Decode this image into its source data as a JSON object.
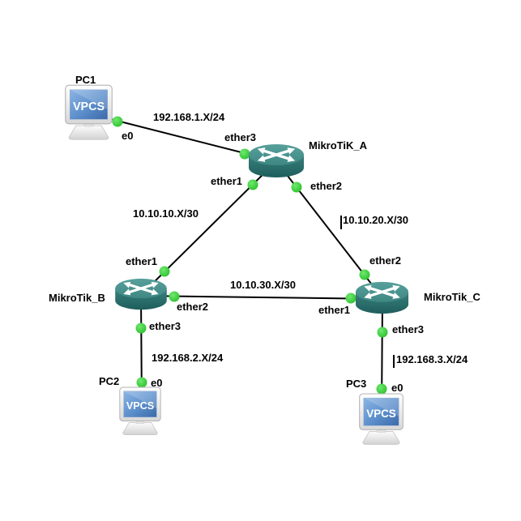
{
  "diagram": {
    "colors": {
      "background": "#ffffff",
      "link_line": "#000000",
      "status_dot_green": "#2fc92f",
      "router_top": "#4a9390",
      "router_body": "#2e6f6d",
      "pc_screen_blue": "#4f7fc0",
      "label_text": "#000000"
    },
    "nodes": [
      {
        "id": "pc1",
        "label": "PC1",
        "kind": "vpcs-pc",
        "screen_text": "VPCS"
      },
      {
        "id": "mikrotik_a",
        "label": "MikroTiK_A",
        "kind": "router"
      },
      {
        "id": "mikrotik_b",
        "label": "MikroTik_B",
        "kind": "router"
      },
      {
        "id": "mikrotik_c",
        "label": "MikroTik_C",
        "kind": "router"
      },
      {
        "id": "pc2",
        "label": "PC2",
        "kind": "vpcs-pc",
        "screen_text": "VPCS"
      },
      {
        "id": "pc3",
        "label": "PC3",
        "kind": "vpcs-pc",
        "screen_text": "VPCS"
      }
    ],
    "links": [
      {
        "a": "PC1",
        "a_port": "e0",
        "b": "MikroTiK_A",
        "b_port": "ether3",
        "subnet": "192.168.1.X/24"
      },
      {
        "a": "MikroTiK_A",
        "a_port": "ether1",
        "b": "MikroTik_B",
        "b_port": "ether1",
        "subnet": "10.10.10.X/30"
      },
      {
        "a": "MikroTiK_A",
        "a_port": "ether2",
        "b": "MikroTik_C",
        "b_port": "ether2",
        "subnet": "10.10.20.X/30"
      },
      {
        "a": "MikroTik_B",
        "a_port": "ether2",
        "b": "MikroTik_C",
        "b_port": "ether1",
        "subnet": "10.10.30.X/30"
      },
      {
        "a": "MikroTik_B",
        "a_port": "ether3",
        "b": "PC2",
        "b_port": "e0",
        "subnet": "192.168.2.X/24"
      },
      {
        "a": "MikroTik_C",
        "a_port": "ether3",
        "b": "PC3",
        "b_port": "e0",
        "subnet": "192.168.3.X/24"
      }
    ]
  }
}
